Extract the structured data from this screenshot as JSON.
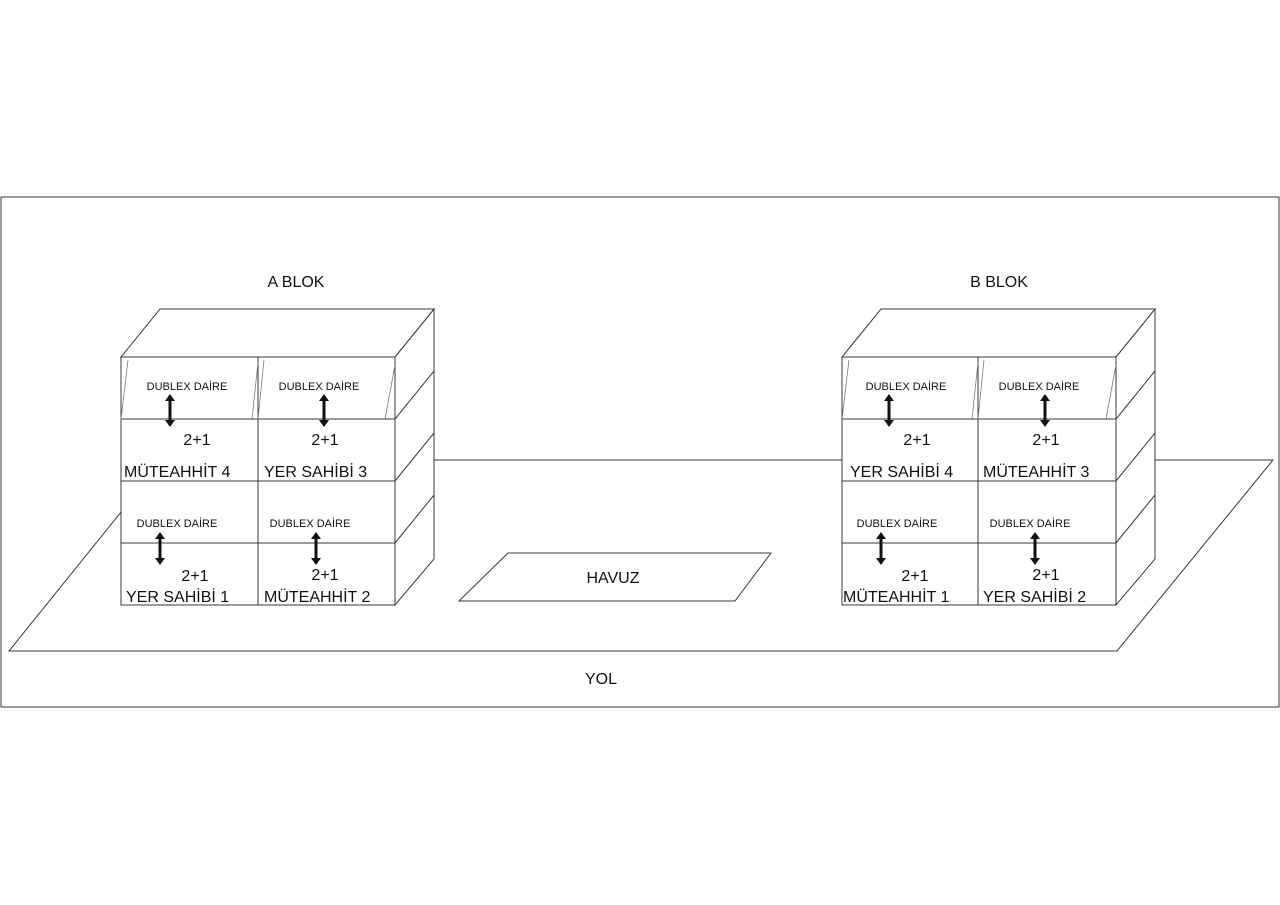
{
  "blocks": {
    "a": {
      "title": "A BLOK",
      "top_left": {
        "duplex": "DUBLEX DAİRE",
        "type": "2+1",
        "owner": "MÜTEAHHİT  4"
      },
      "top_right": {
        "duplex": "DUBLEX DAİRE",
        "type": "2+1",
        "owner": "YER SAHİBİ  3"
      },
      "bottom_left": {
        "duplex": "DUBLEX DAİRE",
        "type": "2+1",
        "owner": "YER SAHİBİ  1"
      },
      "bottom_right": {
        "duplex": "DUBLEX DAİRE",
        "type": "2+1",
        "owner": "MÜTEAHHİT 2"
      }
    },
    "b": {
      "title": "B BLOK",
      "top_left": {
        "duplex": "DUBLEX DAİRE",
        "type": "2+1",
        "owner": "YER SAHİBİ  4"
      },
      "top_right": {
        "duplex": "DUBLEX DAİRE",
        "type": "2+1",
        "owner": "MÜTEAHHİT  3"
      },
      "bottom_left": {
        "duplex": "DUBLEX DAİRE",
        "type": "2+1",
        "owner": "MÜTEAHHİT  1"
      },
      "bottom_right": {
        "duplex": "DUBLEX DAİRE",
        "type": "2+1",
        "owner": "YER SAHİBİ  2"
      }
    }
  },
  "pool_label": "HAVUZ",
  "road_label": "YOL"
}
